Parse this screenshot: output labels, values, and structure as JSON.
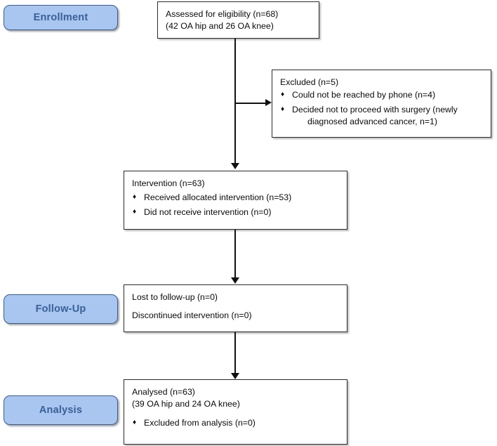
{
  "diagram": {
    "type": "consort-flow-diagram",
    "title": "CONSORT participant flow",
    "accent_color": "#a8c6ef",
    "accent_border_color": "#3a5f93",
    "accent_text_color": "#3a6099",
    "box_border_color": "#2b2b2b",
    "connector_color": "#111111",
    "bullet_glyph": "♦"
  },
  "stages": [
    {
      "id": "enrollment",
      "label": "Enrollment"
    },
    {
      "id": "follow-up",
      "label": "Follow-Up"
    },
    {
      "id": "analysis",
      "label": "Analysis"
    }
  ],
  "boxes": {
    "assessed": {
      "line1": "Assessed for eligibility (n=68)",
      "line2": "(42 OA hip and 26 OA knee)"
    },
    "excluded": {
      "heading": "Excluded (n=5)",
      "items": [
        {
          "text": "Could not be reached by phone (n=4)"
        },
        {
          "text": "Decided not to proceed with surgery (newly",
          "continuation": "diagnosed advanced cancer, n=1)"
        }
      ]
    },
    "intervention": {
      "heading": "Intervention (n=63)",
      "items": [
        {
          "text": "Received allocated intervention (n=53)"
        },
        {
          "text": "Did not receive intervention (n=0)"
        }
      ]
    },
    "followup": {
      "line1": "Lost to follow-up (n=0)",
      "line2": "Discontinued intervention (n=0)"
    },
    "analysed": {
      "line1": "Analysed (n=63)",
      "line2": "(39 OA hip and 24 OA knee)",
      "items": [
        {
          "text": "Excluded from analysis (n=0)"
        }
      ]
    }
  }
}
